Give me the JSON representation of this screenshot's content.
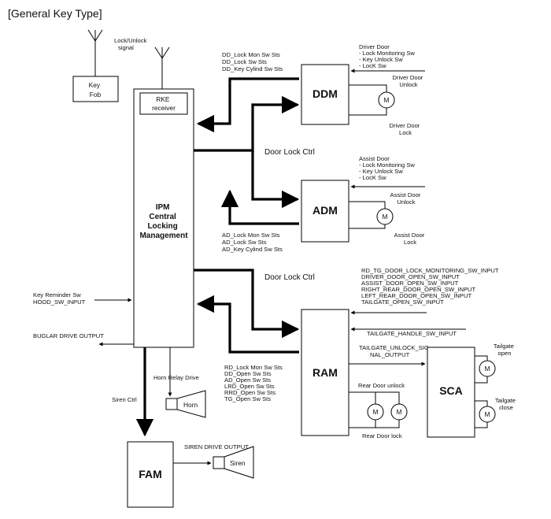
{
  "title": "[General Key Type]",
  "antenna_labels": {
    "lock_unlock": [
      "Lock/Unlock",
      "signal"
    ]
  },
  "boxes": {
    "key_fob": [
      "Key",
      "Fob"
    ],
    "rke": [
      "RKE",
      "receiver"
    ],
    "ipm": [
      "IPM",
      "Central",
      "Locking",
      "Management"
    ],
    "ddm": "DDM",
    "adm": "ADM",
    "ram": "RAM",
    "sca": "SCA",
    "fam": "FAM"
  },
  "ddm_inputs": [
    "DD_Lock Mon Sw Sts",
    "DD_Lock Sw Sts",
    "DD_Key Cylind Sw Sts"
  ],
  "driver_door": [
    "Driver Door",
    " - Lock Monitoring Sw",
    " - Key Unlock Sw",
    " - LocK Sw"
  ],
  "driver_door_unlock": [
    "Driver Door",
    "Unlock"
  ],
  "driver_door_lock": [
    "Driver Door",
    "Lock"
  ],
  "door_lock_ctrl": "Door Lock Ctrl",
  "assist_door": [
    "Assist Door",
    " - Lock Monitoring Sw",
    " - Key Unlock Sw",
    " - LocK Sw"
  ],
  "assist_door_unlock": [
    "Assist Door",
    "Unlock"
  ],
  "assist_door_lock": [
    "Assist Door",
    "Lock"
  ],
  "adm_inputs": [
    "AD_Lock Mon Sw Sts",
    "AD_Lock Sw Sts",
    "AD_Key Cylind Sw Sts"
  ],
  "ram_switch_inputs": [
    "RD_TG_DOOR_LOCK_MONITORING_SW_INPUT",
    "DRIVER_DOOR_OPEN_SW_INPUT",
    "ASSIST_DOOR_OPEN_SW_INPUT",
    "RIGHT_REAR_DOOR_OPEN_SW_INPUT",
    "LEFT_REAR_DOOR_OPEN_SW_INPUT",
    "TAILGATE_OPEN_SW_INPUT"
  ],
  "key_reminder": [
    "Key Reminder Sw",
    "HOOD_SW_INPUT"
  ],
  "buglar_output": "BUGLAR DRIVE OUTPUT",
  "tailgate_handle": "TAILGATE_HANDLE_SW_INPUT",
  "tailgate_unlock_signal": [
    "TAILGATE_UNLOCK_SIG",
    "NAL_OUTPUT"
  ],
  "tailgate_open": [
    "Tailgate",
    "open"
  ],
  "tailgate_close": [
    "Tailgate",
    "close"
  ],
  "horn_relay": "Horn Relay Drive",
  "horn": "Horn",
  "ram_outputs": [
    "RD_Lock Mon Sw Sts",
    "DD_Open Sw Sts",
    "AD_Open Sw Sts",
    "LRD_Open Sw Sts",
    "RRD_Open Sw Sts",
    "TG_Open Sw Sts"
  ],
  "rear_door_unlock": "Rear Door unlock",
  "rear_door_lock": "Rear Door lock",
  "siren_ctrl": "Siren Ctrl",
  "siren_drive_output": "SIREN DRIVE OUTPUT",
  "siren": "Siren",
  "motor_symbol": "M"
}
